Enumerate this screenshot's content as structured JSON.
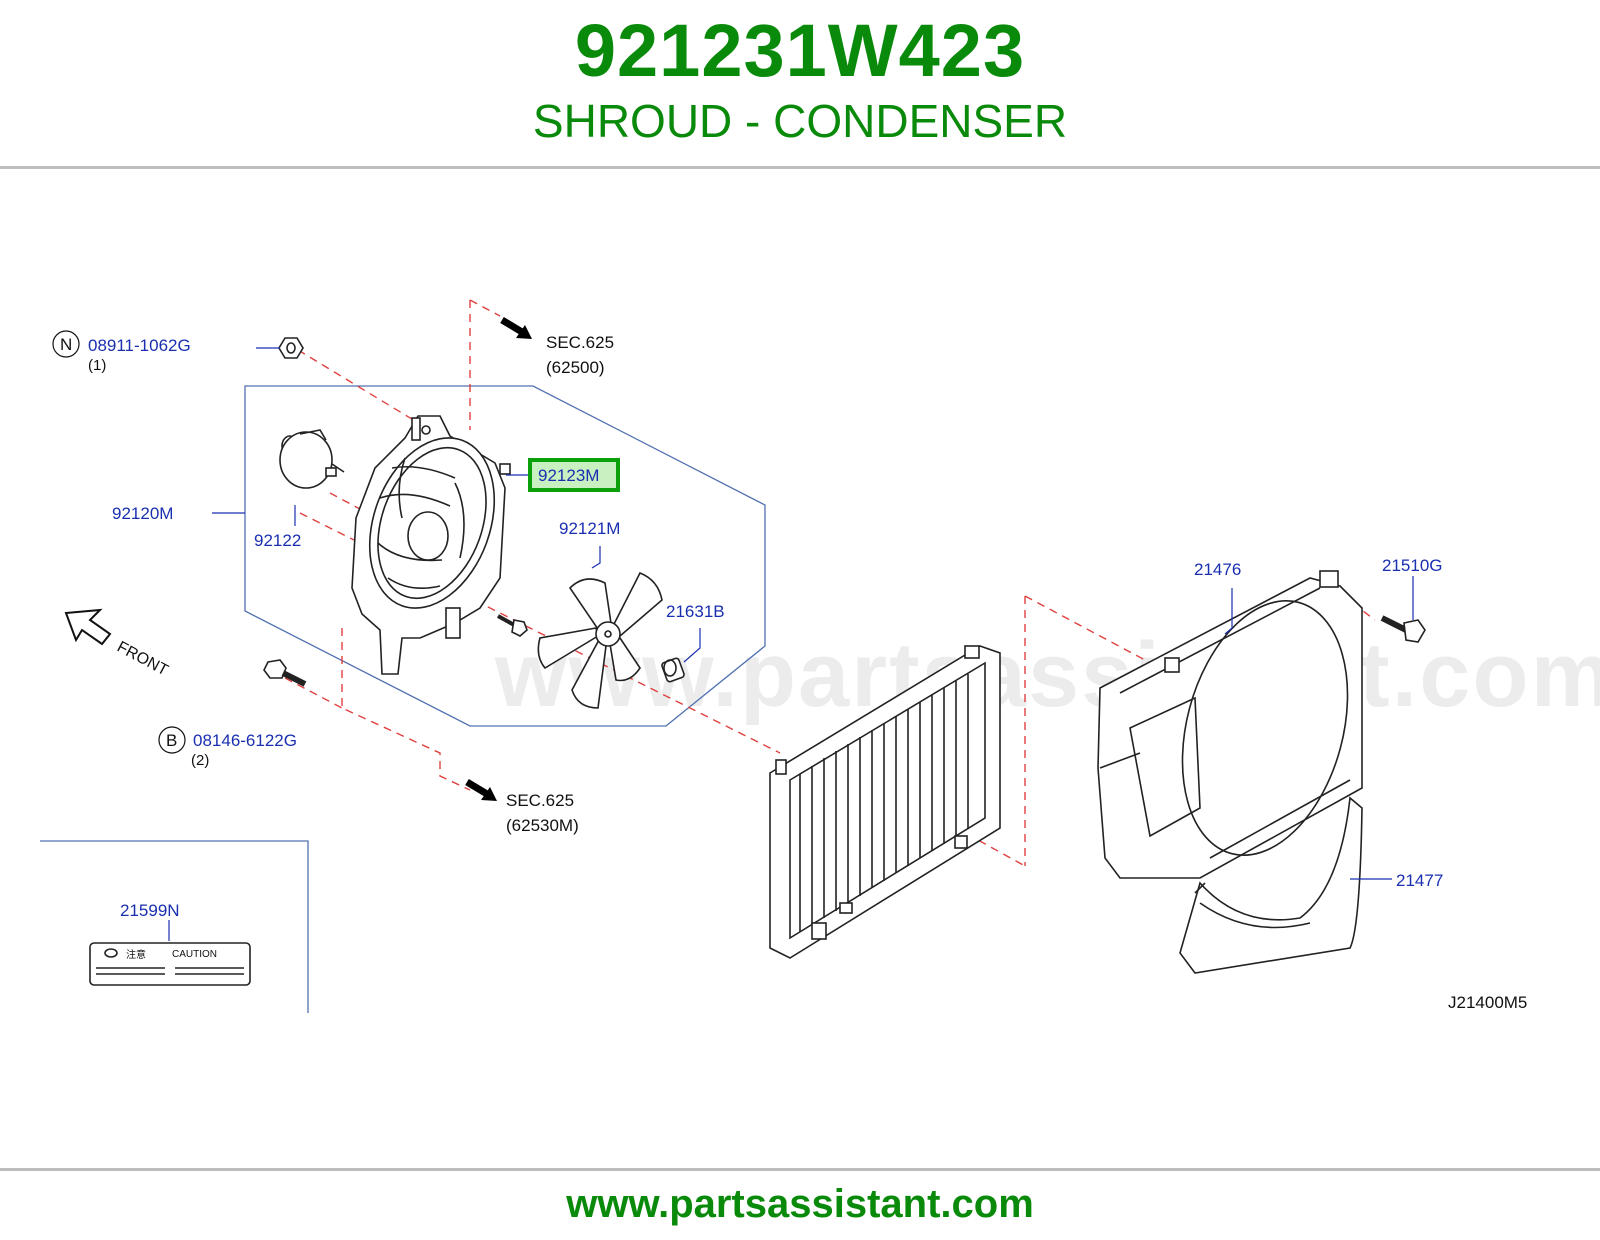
{
  "header": {
    "part_number": "921231W423",
    "part_name": "SHROUD - CONDENSER"
  },
  "footer": {
    "url": "www.partsassistant.com"
  },
  "watermark": "www.partsassistant.com",
  "diagram": {
    "callouts": {
      "c08911": "08911-1062G",
      "c08911_qty": "(1)",
      "c08911_circle": "N",
      "c08146": "08146-6122G",
      "c08146_qty": "(2)",
      "c08146_circle": "B",
      "c92120M": "92120M",
      "c92122": "92122",
      "c92123M": "92123M",
      "c92121M": "92121M",
      "c21631B": "21631B",
      "c21476": "21476",
      "c21510G": "21510G",
      "c21477": "21477",
      "c21599N": "21599N"
    },
    "refs": {
      "sec_top": "SEC.625",
      "sec_top_sub": "(62500)",
      "sec_bottom": "SEC.625",
      "sec_bottom_sub": "(62530M)"
    },
    "front_label": "FRONT",
    "label_caution_jp": "注意",
    "label_caution": "CAUTION",
    "diagram_code": "J21400M5"
  },
  "colors": {
    "title_green": "#0a8a0a",
    "callout_blue": "#1a2fb0",
    "dashed_red": "#e04040",
    "highlight_border": "#0aa00a"
  }
}
